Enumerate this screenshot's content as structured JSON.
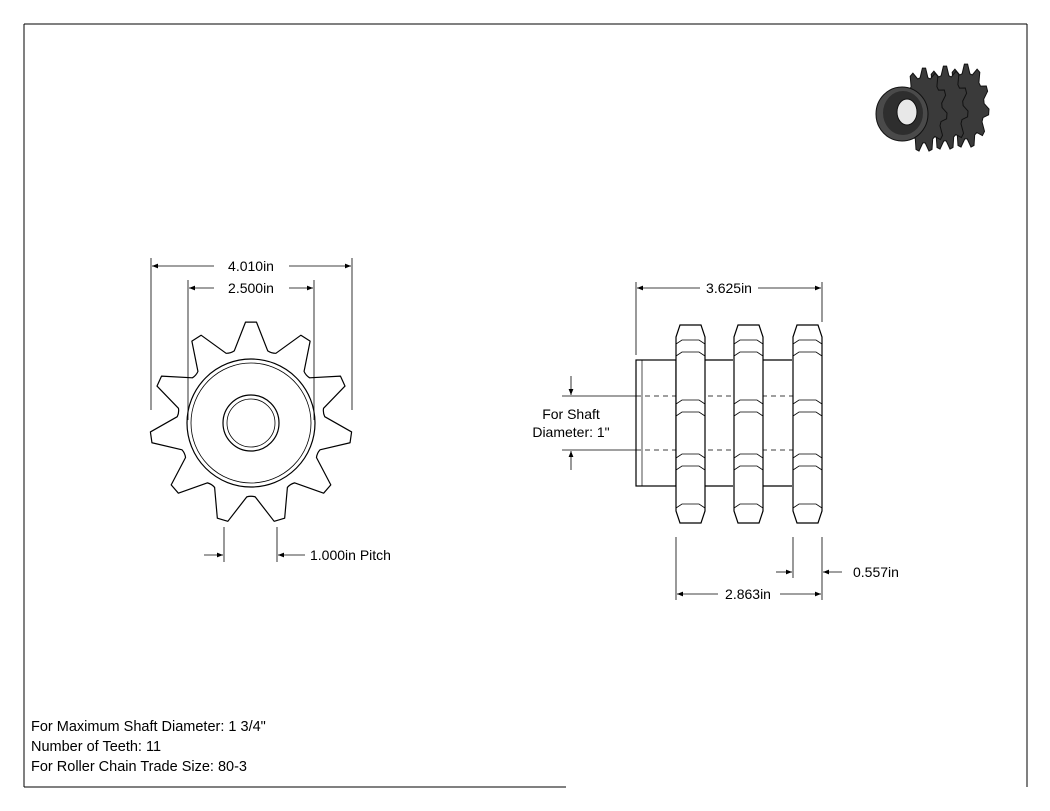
{
  "dimensions": {
    "outer_diameter": "4.010in",
    "hub_diameter": "2.500in",
    "pitch": "1.000in Pitch",
    "overall_length": "3.625in",
    "bore_label_line1": "For Shaft",
    "bore_label_line2": "Diameter: 1\"",
    "sprocket_span": "2.863in",
    "tooth_width": "0.557in"
  },
  "notes": {
    "max_shaft": "For Maximum Shaft Diameter: 1 3/4\"",
    "teeth": "Number of Teeth: 11",
    "chain_size": "For Roller Chain Trade Size: 80-3"
  },
  "colors": {
    "line": "#000000",
    "thumbnail_body": "#3a3a3a"
  }
}
